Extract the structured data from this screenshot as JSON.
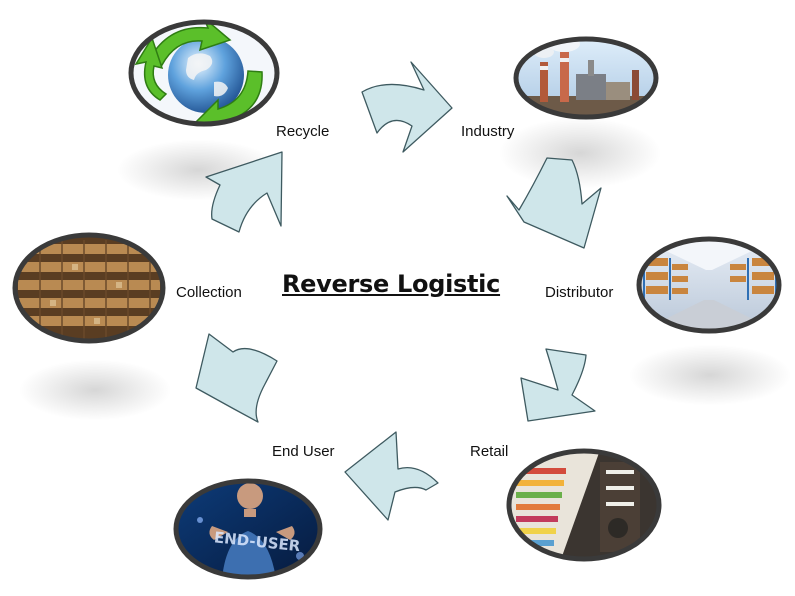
{
  "title": "Reverse Logistic",
  "stages": [
    {
      "id": "recycle",
      "label": "Recycle",
      "icon": "recycle-globe-icon"
    },
    {
      "id": "industry",
      "label": "Industry",
      "icon": "factory-icon"
    },
    {
      "id": "distributor",
      "label": "Distributor",
      "icon": "warehouse-icon"
    },
    {
      "id": "retail",
      "label": "Retail",
      "icon": "store-shelves-icon"
    },
    {
      "id": "end_user",
      "label": "End User",
      "icon": "end-user-icon"
    },
    {
      "id": "collection",
      "label": "Collection",
      "icon": "archive-shelves-icon"
    }
  ],
  "colors": {
    "arrow_fill": "#cfe6ea",
    "arrow_stroke": "#3e5a60",
    "frame": "#3a3a3a"
  }
}
